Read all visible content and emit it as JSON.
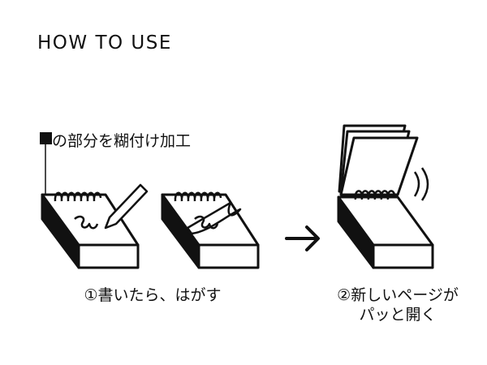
{
  "title": "HOW TO USE",
  "glue_label": "の部分を糊付け加工",
  "steps": [
    {
      "caption": "①書いたら、はがす"
    },
    {
      "caption_line1": "②新しいページが",
      "caption_line2": "パッと開く"
    }
  ],
  "colors": {
    "ink": "#111111",
    "background": "#ffffff"
  }
}
